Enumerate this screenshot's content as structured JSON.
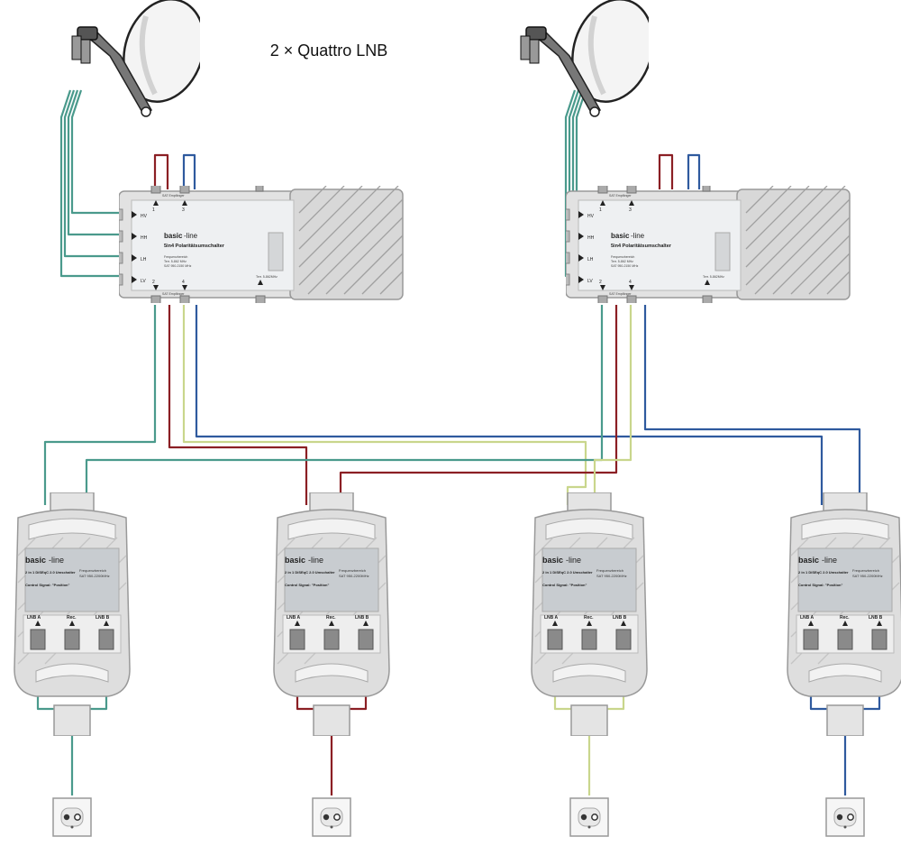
{
  "title": "2 × Quattro LNB",
  "colors": {
    "red": "#8b1f24",
    "blue": "#2f5a9e",
    "green": "#4a9a8c",
    "yellow": "#c9d68c",
    "device": "#dcdcdc",
    "label": "#c0c4c8"
  },
  "multiswitch": {
    "brand_bold": "basic",
    "brand_light": "-line",
    "model": "5in4 Polaritätsumschalter",
    "inputs": [
      "HV",
      "HH",
      "LH",
      "LV"
    ],
    "ports_top": [
      "1",
      "3"
    ],
    "ports_bottom": [
      "2",
      "4"
    ],
    "port_note": "SAT Empfänger",
    "terr_label": "Terr. 5-862MHz",
    "spec_line1": "Frequenzbereich",
    "spec_line2": "Terr. 5-862 MHz",
    "spec_line3": "SAT 950-2150 MHz"
  },
  "diseqc": {
    "brand_bold": "basic",
    "brand_light": "-line",
    "model": "2 in 1 DiSEqC 2.0 Umschalter",
    "freq_label": "Frequenzbereich",
    "freq_value": "SAT 950-2200MHz",
    "control": "Control Signal: \"Position\"",
    "ports": [
      "LNB A",
      "Rec.",
      "LNB B"
    ]
  }
}
